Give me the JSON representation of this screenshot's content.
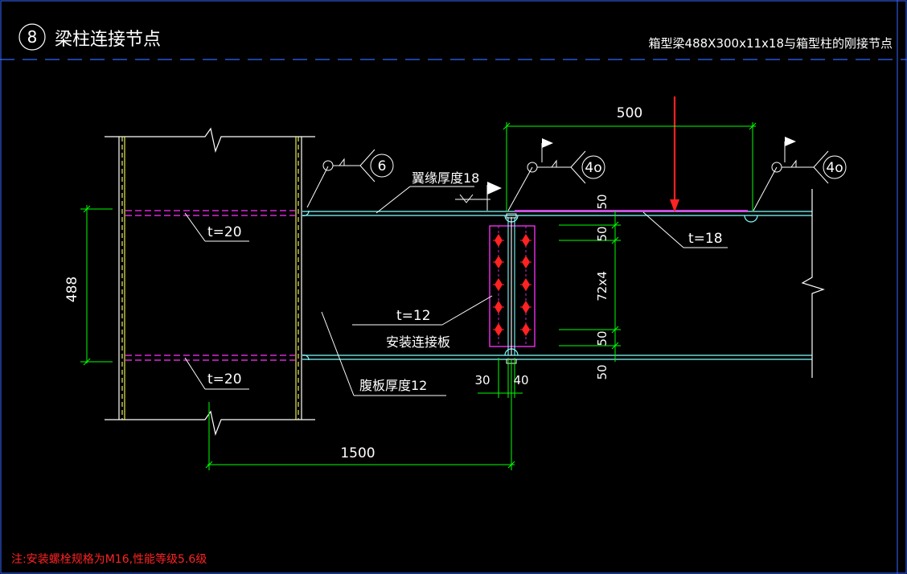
{
  "header": {
    "detail_number": "8",
    "title": "梁柱连接节点",
    "subtitle": "箱型梁488X300x11x18与箱型柱的刚接节点"
  },
  "dimensions": {
    "top_span": "500",
    "beam_depth": "488",
    "bottom_span": "1500",
    "gap_left": "30",
    "gap_right": "40",
    "flange_top_offset": "50",
    "bolt_top_offset": "50",
    "bolt_pitch": "72x4",
    "bolt_bottom_offset": "50",
    "flange_bottom_offset": "50"
  },
  "labels": {
    "flange_thickness": "翼缘厚度18",
    "web_thickness": "腹板厚度12",
    "stiffener_top": "t=20",
    "stiffener_bottom": "t=20",
    "splice_plate_t": "t=12",
    "splice_plate_name": "安装连接板",
    "cover_plate_t": "t=18",
    "weld_ref_1": "6",
    "weld_ref_2": "4o",
    "weld_ref_3": "4o"
  },
  "note": "注:安装螺栓规格为M16,性能等级5.6级",
  "colors": {
    "background": "#000000",
    "line": "#ffffff",
    "dim": "#00ff00",
    "beam": "#7fffff",
    "column": "#ffff66",
    "stiffener": "#ff33ff",
    "bolt": "#ff2222",
    "accent_blue": "#3366ff",
    "arrow": "#ff2222"
  }
}
